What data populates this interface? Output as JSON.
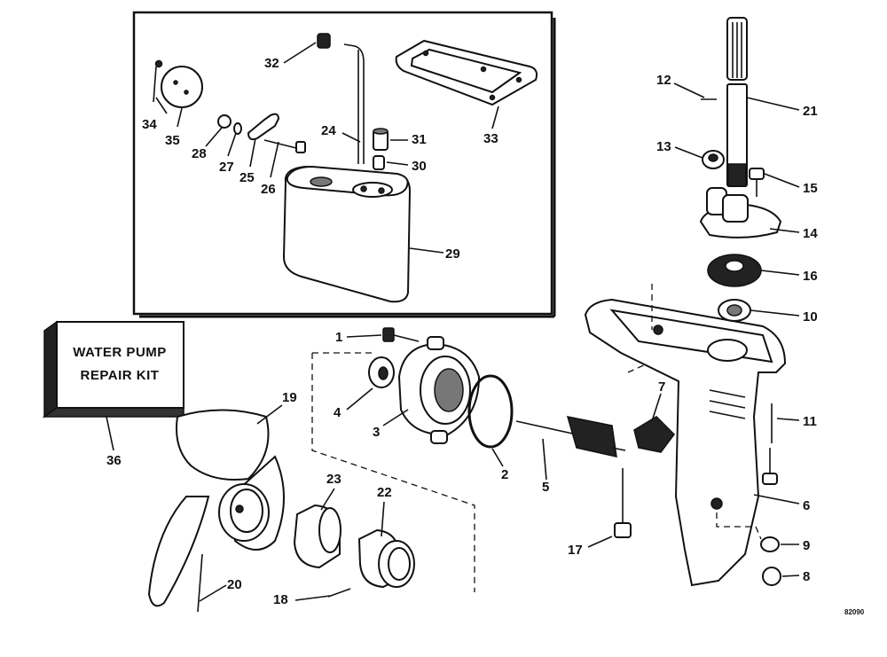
{
  "kit": {
    "line1": "WATER PUMP",
    "line2": "REPAIR KIT"
  },
  "drawing_code": "82090",
  "labels": {
    "n1": "1",
    "n2": "2",
    "n3": "3",
    "n4": "4",
    "n5": "5",
    "n6": "6",
    "n7": "7",
    "n8": "8",
    "n9": "9",
    "n10": "10",
    "n11": "11",
    "n12": "12",
    "n13": "13",
    "n14": "14",
    "n15": "15",
    "n16": "16",
    "n17": "17",
    "n18": "18",
    "n19": "19",
    "n20": "20",
    "n21": "21",
    "n22": "22",
    "n23": "23",
    "n24": "24",
    "n25": "25",
    "n26": "26",
    "n27": "27",
    "n28": "28",
    "n29": "29",
    "n30": "30",
    "n31": "31",
    "n32": "32",
    "n33": "33",
    "n34": "34",
    "n35": "35",
    "n36": "36"
  }
}
